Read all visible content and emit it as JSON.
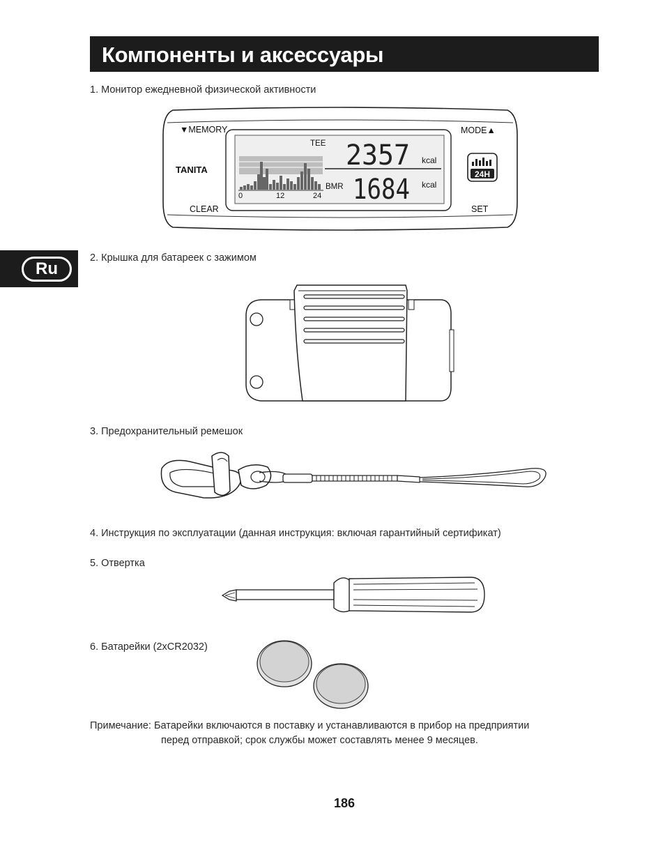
{
  "header": {
    "title": "Компоненты и аксессуары"
  },
  "language_tab": {
    "label": "Ru"
  },
  "items": [
    {
      "label": "1. Монитор ежедневной физической активности"
    },
    {
      "label": "2. Крышка для батареек с зажимом"
    },
    {
      "label": "3. Предохранительный ремешок"
    },
    {
      "label": "4. Инструкция по эксплуатации (данная инструкция: включая гарантийный сертификат)"
    },
    {
      "label": "5. Отвертка"
    },
    {
      "label": "6. Батарейки (2xCR2032)"
    }
  ],
  "monitor": {
    "memory": "▼MEMORY",
    "mode": "MODE▲",
    "brand": "TANITA",
    "clear": "CLEAR",
    "set": "SET",
    "tee_label": "TEE",
    "tee_value": "2357",
    "tee_unit": "kcal",
    "bmr_label": "BMR",
    "bmr_value": "1684",
    "bmr_unit": "kcal",
    "axis_ticks": [
      "0",
      "12",
      "24"
    ],
    "badge": "24H"
  },
  "note": {
    "line1": "Примечание: Батарейки включаются в поставку и устанавливаются в прибор на предприятии",
    "line2": "перед отправкой; срок службы может составлять менее 9 месяцев."
  },
  "page_number": "186"
}
